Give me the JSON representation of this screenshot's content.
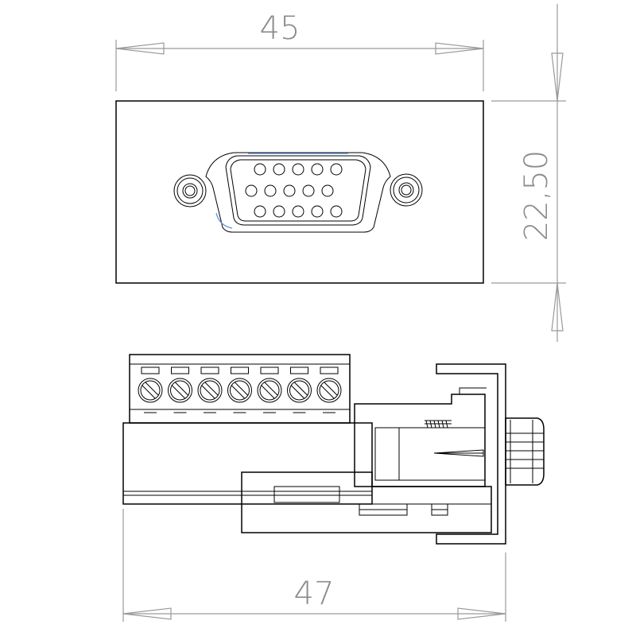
{
  "drawing": {
    "dimensions": {
      "top_width": "45",
      "height": "22,50",
      "bottom_width": "47"
    },
    "connector": {
      "pin_rows": [
        5,
        5,
        5
      ]
    },
    "terminal_block": {
      "screw_count": 7
    },
    "colors": {
      "outline": "#000000",
      "dimension": "#8c8c8c",
      "accent": "#5b8fd6"
    }
  }
}
